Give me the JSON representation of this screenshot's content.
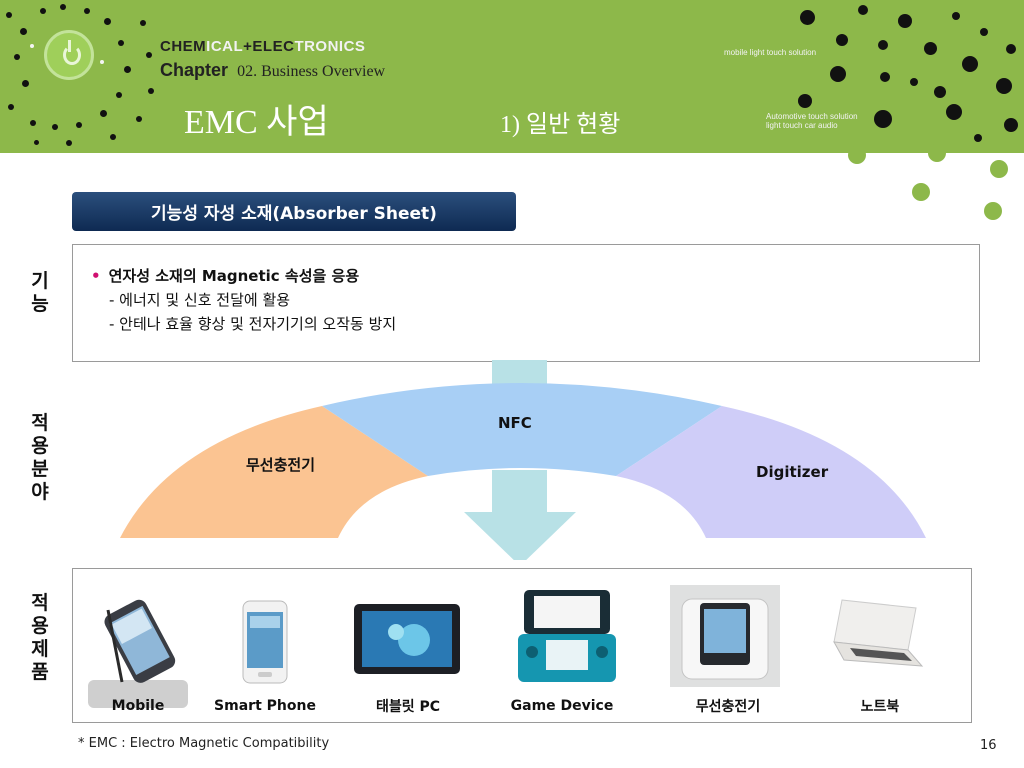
{
  "header": {
    "brand": {
      "p1": "CHEM",
      "p2": "ICAL",
      "p3": "+ELEC",
      "p4": "TRONICS"
    },
    "chapter_word": "Chapter",
    "chapter_text": "02.  Business Overview",
    "title": "EMC 사업",
    "subtitle": "1) 일반 현황",
    "tagline_top": "mobile light touch solution",
    "tagline_bottom_1": "Automotive touch solution",
    "tagline_bottom_2": "light touch car audio",
    "colors": {
      "band": "#8db84a",
      "accent_dot": "#111111"
    }
  },
  "section": {
    "title": "기능성 자성 소재(Absorber Sheet)"
  },
  "labels": {
    "function": [
      "기",
      "능"
    ],
    "application": [
      "적",
      "용",
      "분",
      "야"
    ],
    "products": [
      "적",
      "용",
      "제",
      "품"
    ]
  },
  "function": {
    "bullet": "연자성 소재의  Magnetic 속성을 응용",
    "lines": [
      "- 에너지 및 신호 전달에 활용",
      "- 안테나 효율 향상 및 전자기기의 오작동 방지"
    ]
  },
  "application_fields": [
    {
      "label": "무선충전기",
      "color": "#fbc492"
    },
    {
      "label": "NFC",
      "color": "#a8cff5"
    },
    {
      "label": "Digitizer",
      "color": "#cfcdf8"
    }
  ],
  "products": [
    {
      "label": "Mobile",
      "icon": "phablet-pen-image"
    },
    {
      "label": "Smart Phone",
      "icon": "smartphone-image"
    },
    {
      "label": "태블릿 PC",
      "icon": "tablet-image"
    },
    {
      "label": "Game Device",
      "icon": "handheld-console-image"
    },
    {
      "label": "무선충전기",
      "icon": "wireless-charger-image"
    },
    {
      "label": "노트북",
      "icon": "laptop-image"
    }
  ],
  "footnote": "* EMC : Electro Magnetic Compatibility",
  "page_number": "16"
}
